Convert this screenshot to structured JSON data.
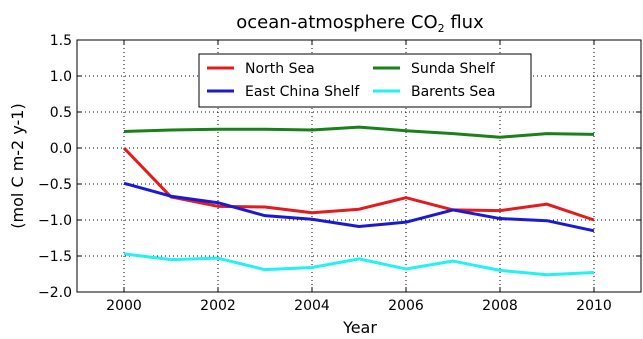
{
  "chart_data": {
    "type": "line",
    "title": "ocean-atmosphere CO",
    "title_subscript": "2",
    "title_suffix": " flux",
    "xlabel": "Year",
    "ylabel": "(mol C m-2 y-1)",
    "xlim": [
      1999,
      2011
    ],
    "ylim": [
      -2.0,
      1.5
    ],
    "xticks": [
      2000,
      2002,
      2004,
      2006,
      2008,
      2010
    ],
    "yticks": [
      -2.0,
      -1.5,
      -1.0,
      -0.5,
      0.0,
      0.5,
      1.0,
      1.5
    ],
    "ytick_labels": [
      "−2.0",
      "−1.5",
      "−1.0",
      "−0.5",
      "0.0",
      "0.5",
      "1.0",
      "1.5"
    ],
    "grid": true,
    "legend_placement": "top-center",
    "x": [
      2000,
      2001,
      2002,
      2003,
      2004,
      2005,
      2006,
      2007,
      2008,
      2009,
      2010
    ],
    "series": [
      {
        "name": "North Sea",
        "color": "#e41a1c",
        "values": [
          0.0,
          -0.68,
          -0.81,
          -0.82,
          -0.9,
          -0.85,
          -0.69,
          -0.86,
          -0.87,
          -0.78,
          -1.0
        ]
      },
      {
        "name": "Sunda Shelf",
        "color": "#1a801a",
        "values": [
          0.23,
          0.25,
          0.26,
          0.26,
          0.25,
          0.29,
          0.24,
          0.2,
          0.15,
          0.2,
          0.19
        ]
      },
      {
        "name": "East China Shelf",
        "color": "#1a1ad6",
        "values": [
          -0.49,
          -0.67,
          -0.76,
          -0.94,
          -0.99,
          -1.09,
          -1.03,
          -0.86,
          -0.98,
          -1.01,
          -1.15
        ]
      },
      {
        "name": "Barents Sea",
        "color": "#22f2f2",
        "values": [
          -1.47,
          -1.55,
          -1.53,
          -1.69,
          -1.66,
          -1.54,
          -1.68,
          -1.57,
          -1.7,
          -1.76,
          -1.73
        ]
      }
    ]
  }
}
